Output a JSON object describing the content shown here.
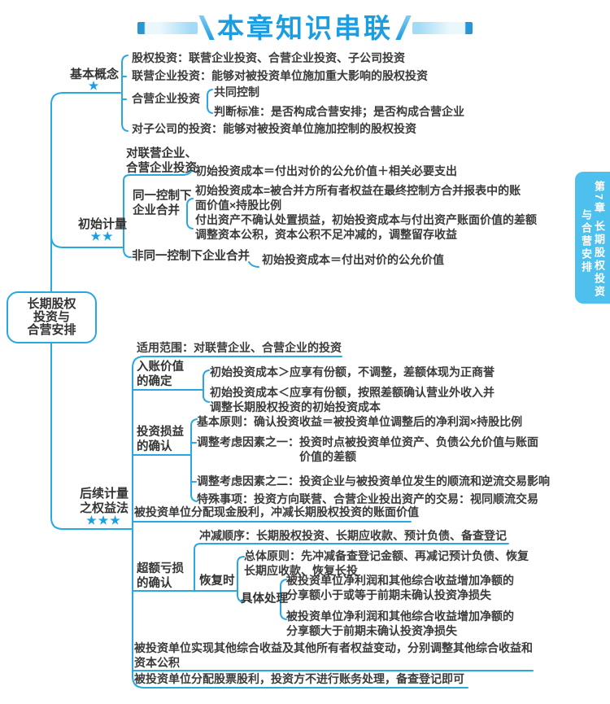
{
  "title": {
    "text": "本章知识串联"
  },
  "chapter_tab": {
    "col_right": "第7章 长期股权投资",
    "col_left": "与合营安排"
  },
  "root": {
    "lines": [
      "长期股权",
      "投资与",
      "合营安排"
    ]
  },
  "branches": {
    "basic_concepts": {
      "label": "基本概念",
      "stars": "★",
      "equity_investment": "股权投资：联营企业投资、合营企业投资、子公司投资",
      "associate_investment": "联营企业投资：能够对被投资单位施加重大影响的股权投资",
      "joint_venture_label": "合营企业投资",
      "joint_control": "共同控制",
      "judgment_criteria": "判断标准：是否构成合营安排；是否构成合营企业",
      "subsidiary_investment": "对子公司的投资：能够对被投资单位施加控制的股权投资"
    },
    "initial_measurement": {
      "label": "初始计量",
      "stars": "★★",
      "associate_jv_label": "对联营企业、合营企业投资",
      "associate_jv_item": "初始投资成本＝付出对价的公允价值＋相关必要支出",
      "same_control_label": "同一控制下企业合并",
      "same_control_item1": "初始投资成本=被合并方所有者权益在最终控制方合并报表中的账面价值×持股比例",
      "same_control_item2": "付出资产不确认处置损益，初始投资成本与付出资产账面价值的差额调整资本公积，资本公积不足冲减的，调整留存收益",
      "diff_control_label": "非同一控制下企业合并",
      "diff_control_item": "初始投资成本＝付出对价的公允价值"
    },
    "subsequent_equity_method": {
      "label": "后续计量之权益法",
      "stars": "★★★",
      "scope": "适用范围：对联营企业、合营企业的投资",
      "entry_value_label": "入账价值的确定",
      "entry_value_item1": "初始投资成本＞应享有份额，不调整，差额体现为正商誉",
      "entry_value_item2": "初始投资成本＜应享有份额，按照差额确认营业外收入并调整长期股权投资的初始投资成本",
      "profit_loss_label": "投资损益的确认",
      "basic_principle": "基本原则：确认投资收益＝被投资单位调整后的净利润×持股比例",
      "adjust_factor1": "调整考虑因素之一：投资时点被投资单位资产、负债公允价值与账面价值的差额",
      "adjust_factor2": "调整考虑因素之二：投资企业与被投资单位发生的顺流和逆流交易影响",
      "special_item": "特殊事项：投资方向联营、合营企业投出资产的交易：视同顺流交易",
      "cash_dividend": "被投资单位分配现金股利，冲减长期股权投资的账面价值",
      "excess_loss_label": "超额亏损的确认",
      "write_down_order": "冲减顺序：长期股权投资、长期应收款、预计负债、备查登记",
      "recovery_label": "恢复时",
      "overall_principle": "总体原则：先冲减备查登记金额、再减记预计负债、恢复长期应收款、恢复长投",
      "specific_label": "具体处理",
      "case_less": "被投资单位净利润和其他综合收益增加净额的分享额小于或等于前期未确认投资净损失",
      "case_more": "被投资单位净利润和其他综合收益增加净额的分享额大于前期未确认投资净损失",
      "oci_change": "被投资单位实现其他综合收益及其他所有者权益变动，分别调整其他综合收益和资本公积",
      "stock_dividend": "被投资单位分配股票股利，投资方不进行账务处理，备查登记即可"
    }
  },
  "colors": {
    "line_blue": "#29a7e0",
    "title_blue": "#1b9de1",
    "tab_blue": "#4ec0ed",
    "star_blue": "#19a0e3",
    "text_dark": "#3b3b3b"
  }
}
